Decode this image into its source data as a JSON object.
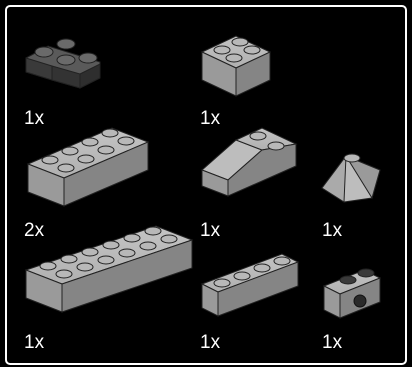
{
  "parts": [
    {
      "name": "corner-plate",
      "qty": "1x",
      "color": "#4a4a4a"
    },
    {
      "name": "brick-2x2",
      "qty": "1x",
      "color": "#a5a5a5"
    },
    {
      "name": "brick-2x4",
      "qty": "2x",
      "color": "#a5a5a5"
    },
    {
      "name": "slope-2x2",
      "qty": "1x",
      "color": "#a5a5a5"
    },
    {
      "name": "slope-corner",
      "qty": "1x",
      "color": "#a5a5a5"
    },
    {
      "name": "brick-2x6",
      "qty": "1x",
      "color": "#a5a5a5"
    },
    {
      "name": "brick-1x4",
      "qty": "1x",
      "color": "#a5a5a5"
    },
    {
      "name": "technic-brick-1x2",
      "qty": "1x",
      "color": "#a5a5a5"
    }
  ]
}
